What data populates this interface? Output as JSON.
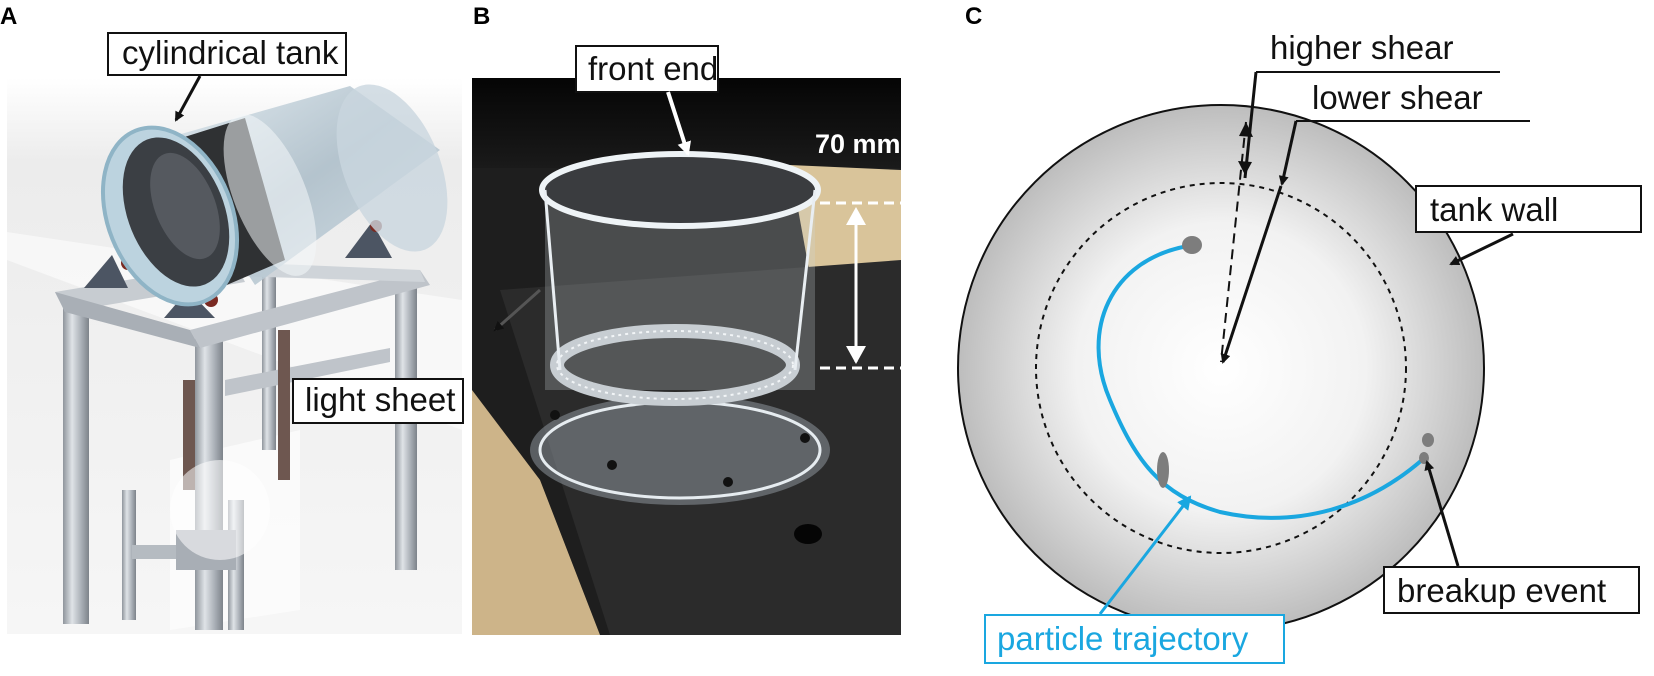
{
  "panels": {
    "a": {
      "letter": "A",
      "labels": {
        "tank": "cylindrical tank",
        "light_sheet": "light sheet"
      }
    },
    "b": {
      "letter": "B",
      "labels": {
        "front_end": "front end",
        "measurement": "70 mm"
      }
    },
    "c": {
      "letter": "C",
      "labels": {
        "higher_shear": "higher shear",
        "lower_shear": "lower shear",
        "tank_wall": "tank wall",
        "breakup_event": "breakup event",
        "particle_trajectory": "particle trajectory"
      }
    }
  },
  "colors": {
    "trajectory": "#1aa7e0",
    "frame_aluminum": "#b9bfc6",
    "tank_glass": "#9fb6c4",
    "photo_background": "#1e1e1e",
    "sphere_shade": "#c8c8c8"
  }
}
